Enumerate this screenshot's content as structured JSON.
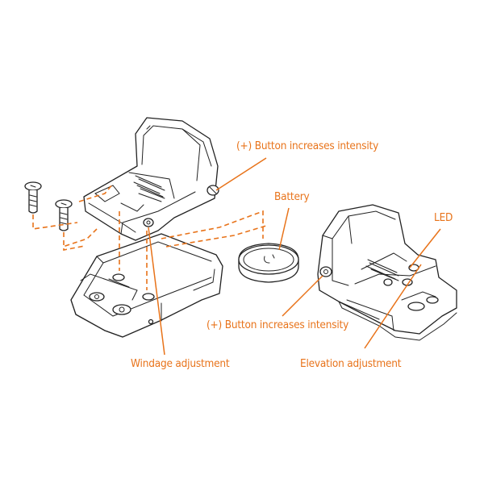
{
  "colors": {
    "accent": "#e8731a",
    "line": "#222222",
    "background": "#ffffff"
  },
  "labels": {
    "button_left": "(+) Button increases intensity",
    "battery": "Battery",
    "led": "LED",
    "button_right": "(+) Button increases intensity",
    "windage": "Windage adjustment",
    "elevation": "Elevation adjustment"
  }
}
